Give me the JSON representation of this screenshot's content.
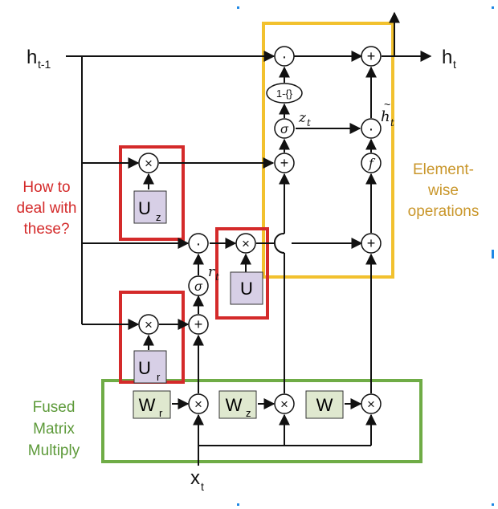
{
  "inputs": {
    "h_prev": "h",
    "h_prev_sub": "t-1",
    "h_out": "h",
    "h_out_sub": "t",
    "x": "x",
    "x_sub": "t"
  },
  "ops": {
    "mul": "×",
    "dot": "·",
    "plus": "+",
    "one_minus": "1-{}",
    "sigma": "σ",
    "f": "f"
  },
  "matrices": {
    "U_z": "U",
    "U_z_sub": "z",
    "U": "U",
    "U_r": "U",
    "U_r_sub": "r",
    "W_r": "W",
    "W_r_sub": "r",
    "W_z": "W",
    "W_z_sub": "z",
    "W": "W"
  },
  "symbols": {
    "z": "z",
    "z_sub": "t",
    "r": "r",
    "r_sub": "t",
    "htilde": "h",
    "htilde_sub": "t"
  },
  "annotations": {
    "left_red": [
      "How to",
      "deal with",
      "these?"
    ],
    "right_orange": [
      "Element-",
      "wise",
      "operations"
    ],
    "bottom_green": [
      "Fused",
      "Matrix",
      "Multiply"
    ]
  },
  "colors": {
    "red": "#d42a2a",
    "orange": "#f2c12e",
    "orange_text": "#c9962a",
    "green": "#6fac46",
    "green_text": "#5d9a3a",
    "matrix_purple": "#d7cfe6",
    "matrix_green": "#dfe8cf",
    "line": "#111111"
  }
}
